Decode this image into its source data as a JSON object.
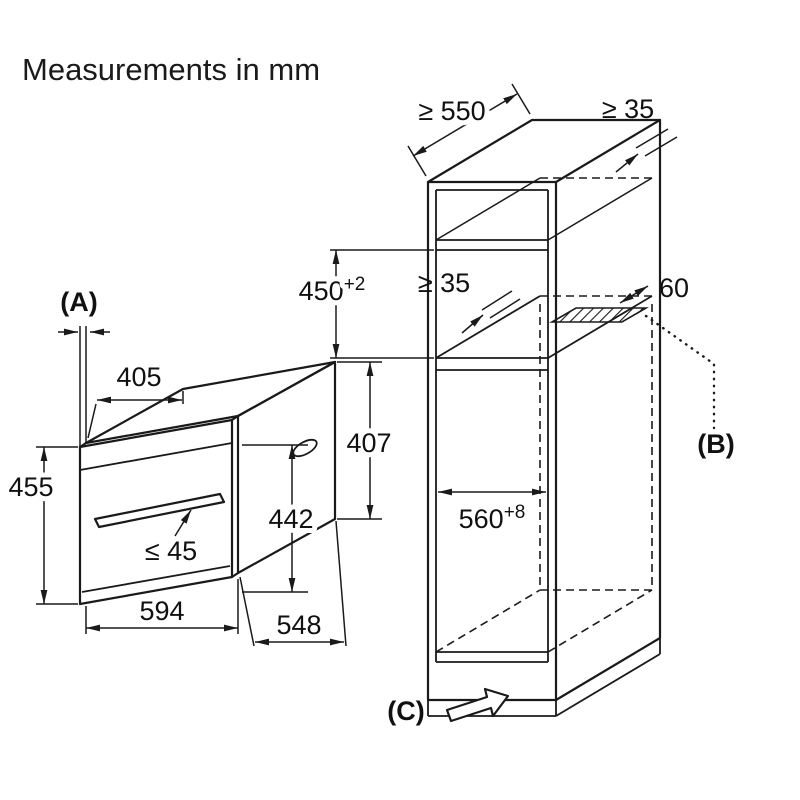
{
  "title": "Measurements in mm",
  "colors": {
    "line": "#1a1a1a",
    "text": "#111111",
    "background": "#ffffff"
  },
  "oven": {
    "callout_a": "(A)",
    "dims": {
      "top_depth": "405",
      "front_height": "455",
      "door_height": "442",
      "body_height": "407",
      "handle_clearance": "≤ 45",
      "width": "594",
      "depth": "548"
    }
  },
  "cabinet": {
    "callout_b": "(B)",
    "callout_c": "(C)",
    "dims": {
      "min_niche_depth": "≥ 550",
      "top_rear_gap": "≥ 35",
      "niche_height": "450",
      "niche_height_tolerance": "+2",
      "rear_vent_gap": "≥ 35",
      "vent_width": "60",
      "niche_width": "560",
      "niche_width_tolerance": "+8"
    }
  }
}
